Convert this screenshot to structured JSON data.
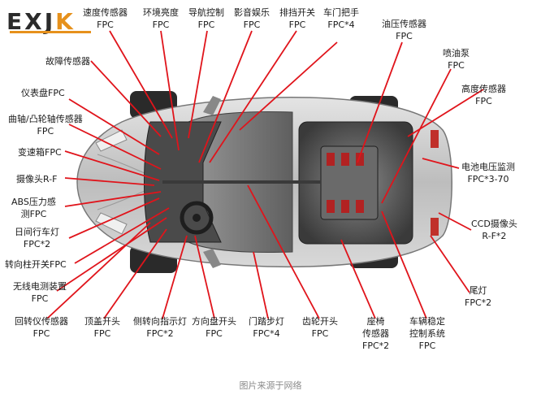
{
  "logo": {
    "text_main": "EXJ",
    "text_accent": "K"
  },
  "caption": "图片来源于网络",
  "colors": {
    "leader": "#e0141b",
    "car_body": "#cfcfcf",
    "accent": "#e6911c"
  },
  "labels": [
    {
      "id": "speed-sensor",
      "lines": [
        "速度传感器",
        "FPC"
      ]
    },
    {
      "id": "ambient-brightness",
      "lines": [
        "环境亮度",
        "FPC"
      ]
    },
    {
      "id": "nav-control",
      "lines": [
        "导航控制",
        "FPC"
      ]
    },
    {
      "id": "audio-video",
      "lines": [
        "影音娱乐",
        "FPC"
      ]
    },
    {
      "id": "gear-switch",
      "lines": [
        "排挡开关",
        "FPC"
      ]
    },
    {
      "id": "door-handle",
      "lines": [
        "车门把手",
        "FPC*4"
      ]
    },
    {
      "id": "oil-pressure",
      "lines": [
        "油压传感器",
        "FPC"
      ]
    },
    {
      "id": "fault-sensor",
      "lines": [
        "故障传感器"
      ]
    },
    {
      "id": "fuel-pump",
      "lines": [
        "喷油泵",
        "FPC"
      ]
    },
    {
      "id": "height-sensor",
      "lines": [
        "高度传感器",
        "FPC"
      ]
    },
    {
      "id": "dashboard",
      "lines": [
        "仪表盘FPC"
      ]
    },
    {
      "id": "crank-cam",
      "lines": [
        "曲轴/凸轮轴传感器",
        "FPC"
      ]
    },
    {
      "id": "gearbox",
      "lines": [
        "变速箱FPC"
      ]
    },
    {
      "id": "battery-voltage",
      "lines": [
        "电池电压监测",
        "FPC*3-70"
      ]
    },
    {
      "id": "camera-rf",
      "lines": [
        "摄像头R-F"
      ]
    },
    {
      "id": "abs-pressure",
      "lines": [
        "ABS压力感",
        "测FPC"
      ]
    },
    {
      "id": "ccd-camera",
      "lines": [
        "CCD摄像头",
        "R-F*2"
      ]
    },
    {
      "id": "drl",
      "lines": [
        "日间行车灯",
        "FPC*2"
      ]
    },
    {
      "id": "steering-column",
      "lines": [
        "转向柱开关FPC"
      ]
    },
    {
      "id": "wireless-detect",
      "lines": [
        "无线电测装置",
        "FPC"
      ]
    },
    {
      "id": "tail-light",
      "lines": [
        "尾灯",
        "FPC*2"
      ]
    },
    {
      "id": "gyro-sensor",
      "lines": [
        "回转仪传感器",
        "FPC"
      ]
    },
    {
      "id": "roof-switch",
      "lines": [
        "顶盖开头",
        "FPC"
      ]
    },
    {
      "id": "side-indicator",
      "lines": [
        "侧转向指示灯",
        "FPC*2"
      ]
    },
    {
      "id": "steering-switch",
      "lines": [
        "方向盘开头",
        "FPC"
      ]
    },
    {
      "id": "door-step-light",
      "lines": [
        "门踏步灯",
        "FPC*4"
      ]
    },
    {
      "id": "gear-teeth-switch",
      "lines": [
        "齿轮开头",
        "FPC"
      ]
    },
    {
      "id": "seat-sensor",
      "lines": [
        "座椅",
        "传感器",
        "FPC*2"
      ]
    },
    {
      "id": "stability-control",
      "lines": [
        "车辆稳定",
        "控制系统",
        "FPC"
      ]
    }
  ]
}
